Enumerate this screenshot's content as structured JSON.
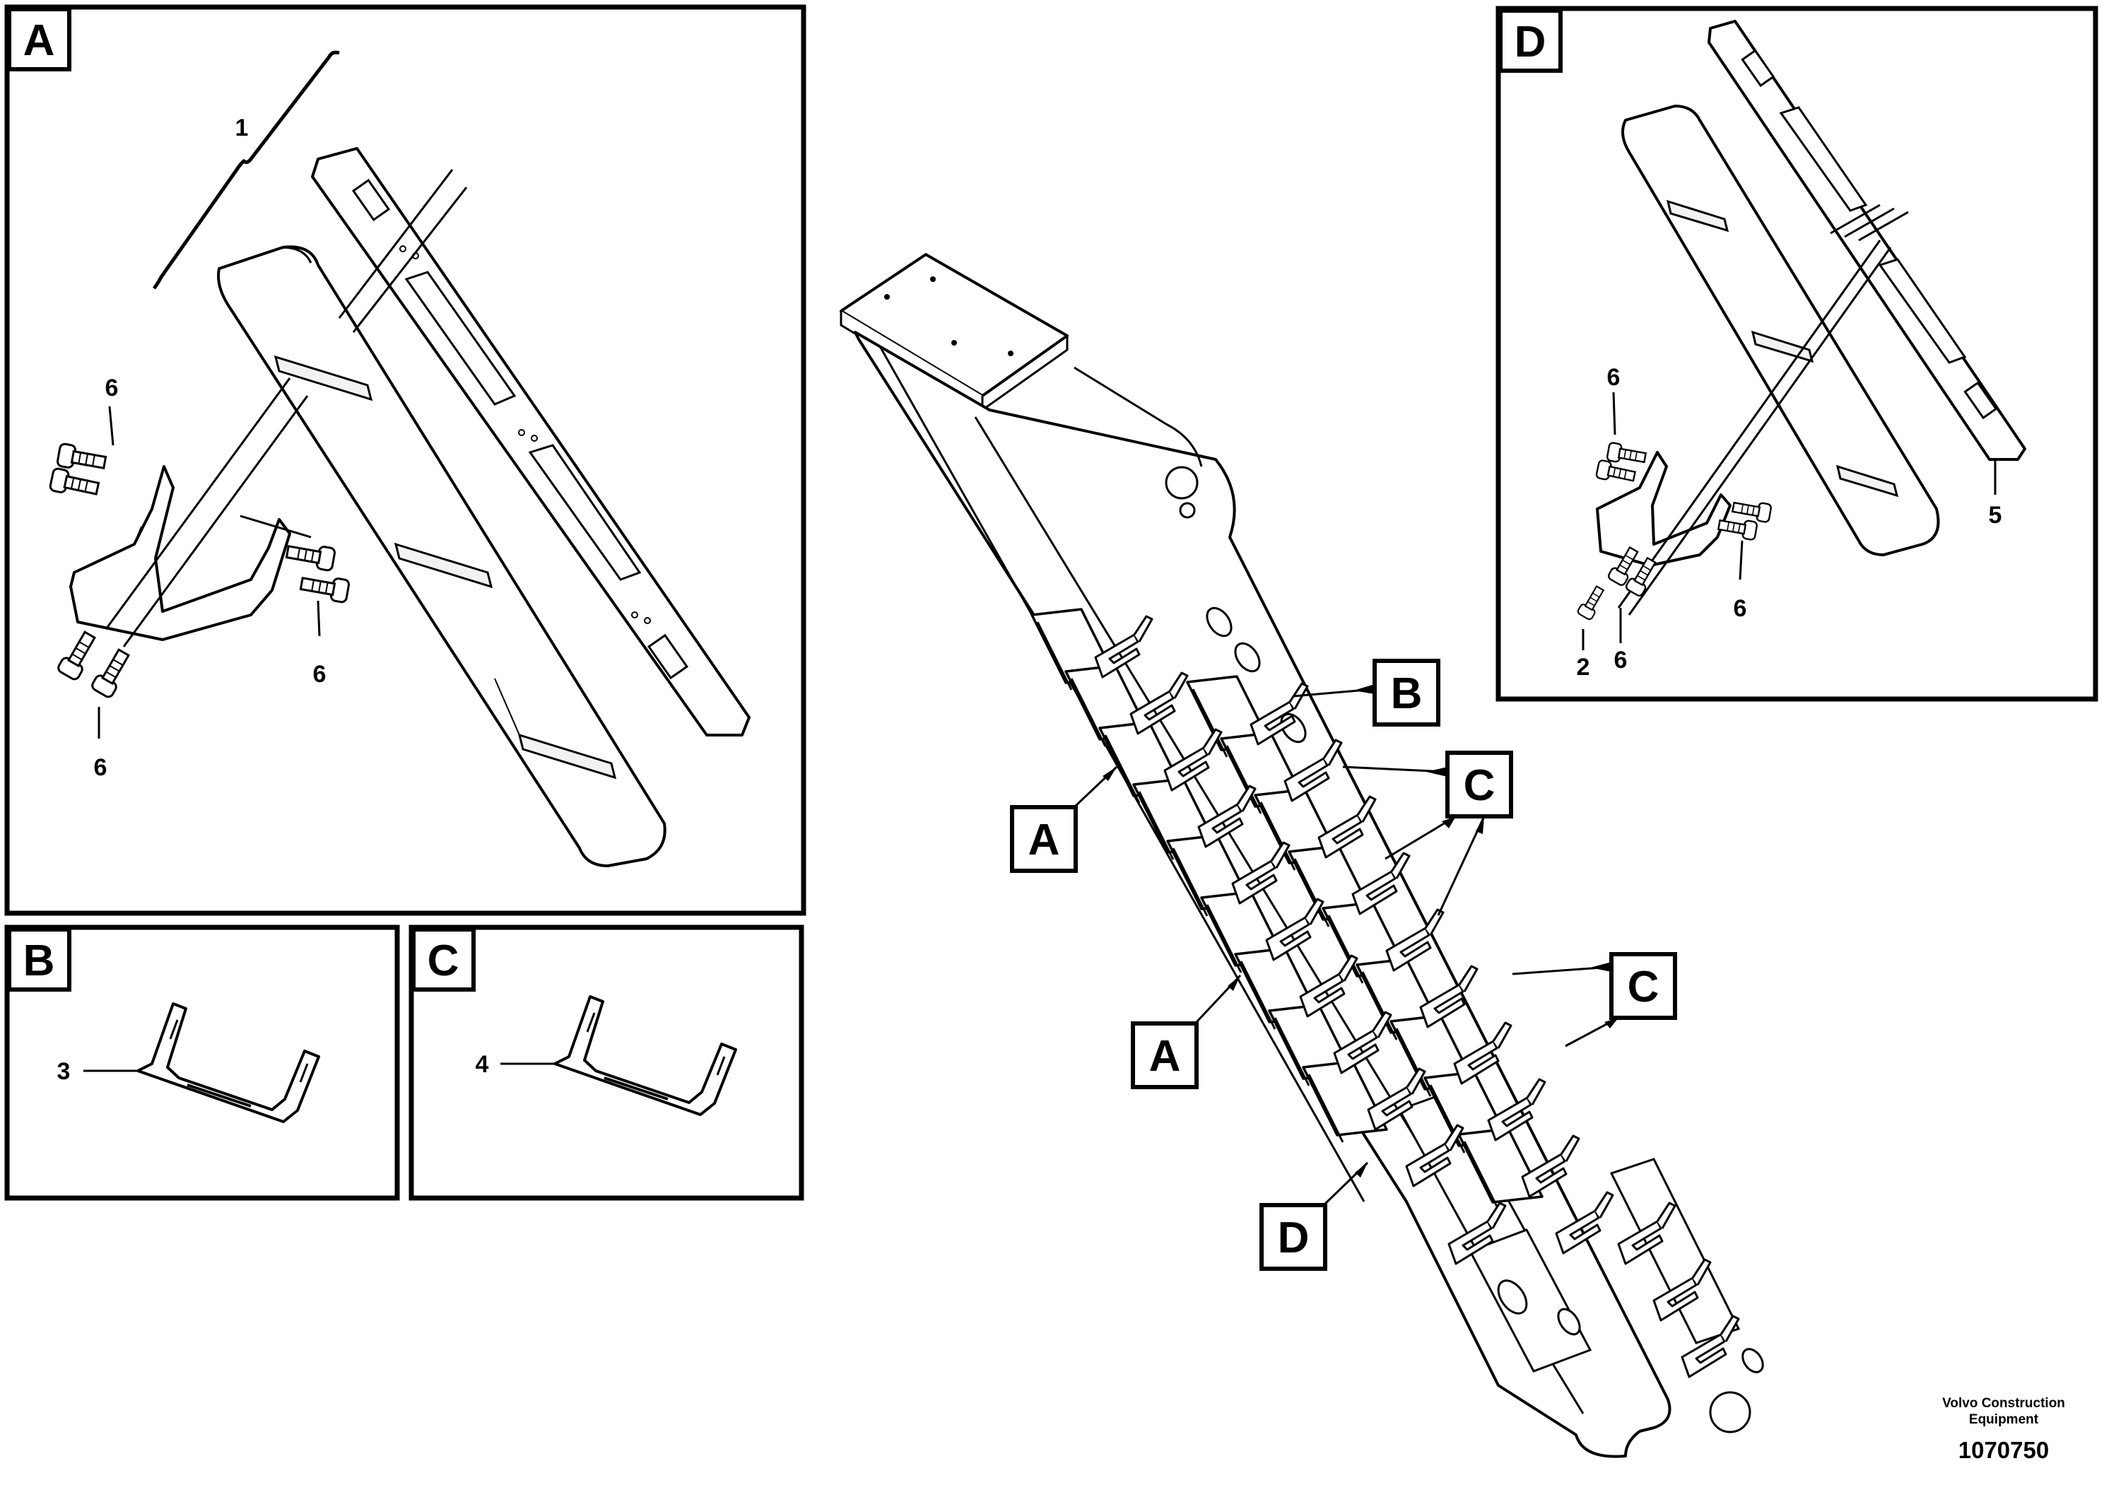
{
  "panels": [
    {
      "letter": "A"
    },
    {
      "letter": "B"
    },
    {
      "letter": "C"
    },
    {
      "letter": "D"
    }
  ],
  "part_numbers": {
    "p1": "1",
    "p2": "2",
    "p3": "3",
    "p4": "4",
    "p5": "5",
    "p6": "6"
  },
  "callouts": {
    "a": "A",
    "b": "B",
    "c": "C",
    "d": "D"
  },
  "footer": {
    "company_line1": "Volvo Construction",
    "company_line2": "Equipment",
    "drawing_number": "1070750"
  },
  "colors": {
    "ink": "#000000",
    "paper": "#ffffff",
    "shade": "#f2f2f2"
  }
}
